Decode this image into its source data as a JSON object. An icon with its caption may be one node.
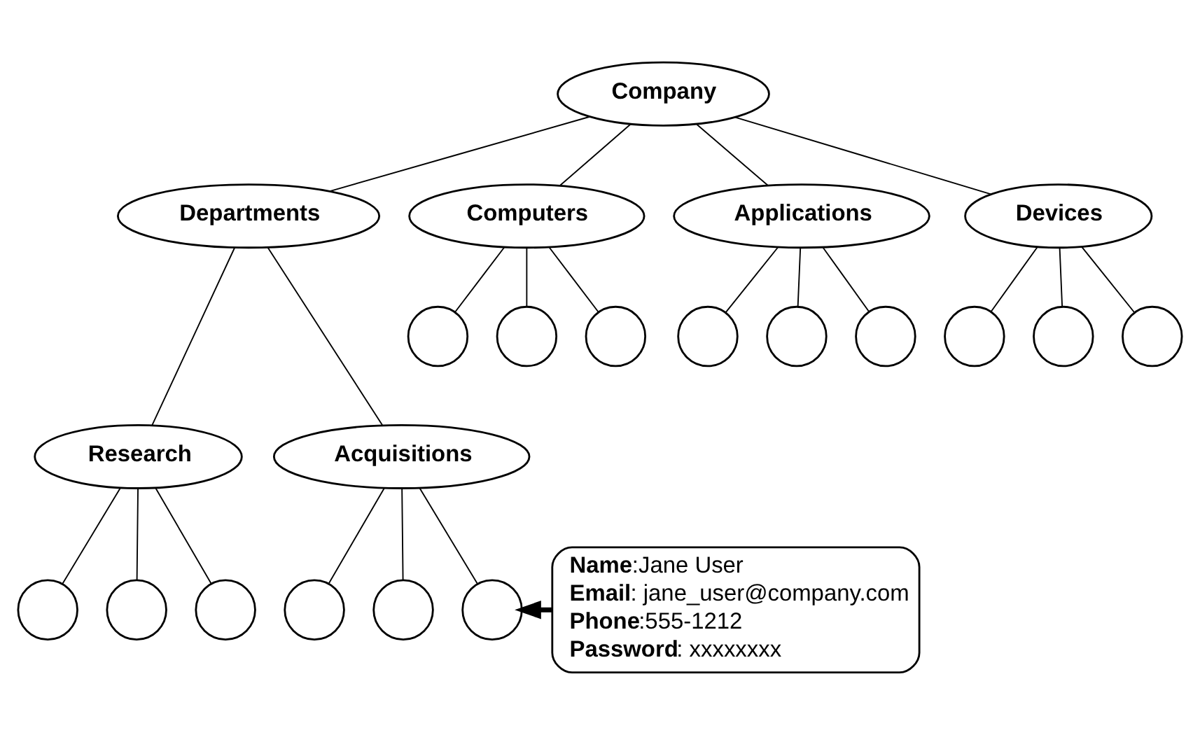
{
  "diagram": {
    "nodes": [
      {
        "text": [
          "Company"
        ]
      },
      {
        "text": [
          "Departments"
        ]
      },
      {
        "text": [
          "Computers"
        ]
      },
      {
        "text": [
          "Applications"
        ]
      },
      {
        "text": [
          "Devices"
        ]
      },
      {
        "text": [],
        "shape": "circle"
      },
      {
        "text": [],
        "shape": "circle"
      },
      {
        "text": [],
        "shape": "circle"
      },
      {
        "text": [],
        "shape": "circle"
      },
      {
        "text": [],
        "shape": "circle"
      },
      {
        "text": [],
        "shape": "circle"
      },
      {
        "text": [],
        "shape": "circle"
      },
      {
        "text": [],
        "shape": "circle"
      },
      {
        "text": [],
        "shape": "circle"
      },
      {
        "text": [
          "Research"
        ]
      },
      {
        "text": [
          "Acquisitions"
        ]
      },
      {
        "text": [],
        "shape": "circle"
      },
      {
        "text": [],
        "shape": "circle"
      },
      {
        "text": [],
        "shape": "circle"
      },
      {
        "text": [],
        "shape": "circle"
      },
      {
        "text": [],
        "shape": "circle"
      },
      {
        "text": [],
        "shape": "circle"
      },
      {
        "text": [
          "**Name**:Jane User",
          "**Email**: jane_user@company.com",
          "**Phone**:555-1212",
          "**Password**: xxxxxxxx"
        ]
      }
    ],
    "edges": [
      {
        "from": 0,
        "to": 1,
        "arrow": "none"
      },
      {
        "from": 0,
        "to": 2,
        "arrow": "none"
      },
      {
        "from": 0,
        "to": 3,
        "arrow": "none"
      },
      {
        "from": 0,
        "to": 4,
        "arrow": "none"
      },
      {
        "from": 2,
        "to": 5,
        "arrow": "none"
      },
      {
        "from": 2,
        "to": 6,
        "arrow": "none"
      },
      {
        "from": 2,
        "to": 7,
        "arrow": "none"
      },
      {
        "from": 3,
        "to": 8,
        "arrow": "none"
      },
      {
        "from": 3,
        "to": 9,
        "arrow": "none"
      },
      {
        "from": 3,
        "to": 10,
        "arrow": "none"
      },
      {
        "from": 4,
        "to": 11,
        "arrow": "none"
      },
      {
        "from": 4,
        "to": 12,
        "arrow": "none"
      },
      {
        "from": 4,
        "to": 13,
        "arrow": "none"
      },
      {
        "from": 1,
        "to": 14,
        "arrow": "none"
      },
      {
        "from": 1,
        "to": 15,
        "arrow": "none"
      },
      {
        "from": 14,
        "to": 16,
        "arrow": "none"
      },
      {
        "from": 14,
        "to": 17,
        "arrow": "none"
      },
      {
        "from": 14,
        "to": 18,
        "arrow": "none"
      },
      {
        "from": 15,
        "to": 19,
        "arrow": "none"
      },
      {
        "from": 15,
        "to": 20,
        "arrow": "none"
      },
      {
        "from": 15,
        "to": 21,
        "arrow": "none"
      },
      {
        "from": 22,
        "to": 21,
        "arrow": "to",
        "style": "thick"
      }
    ]
  }
}
